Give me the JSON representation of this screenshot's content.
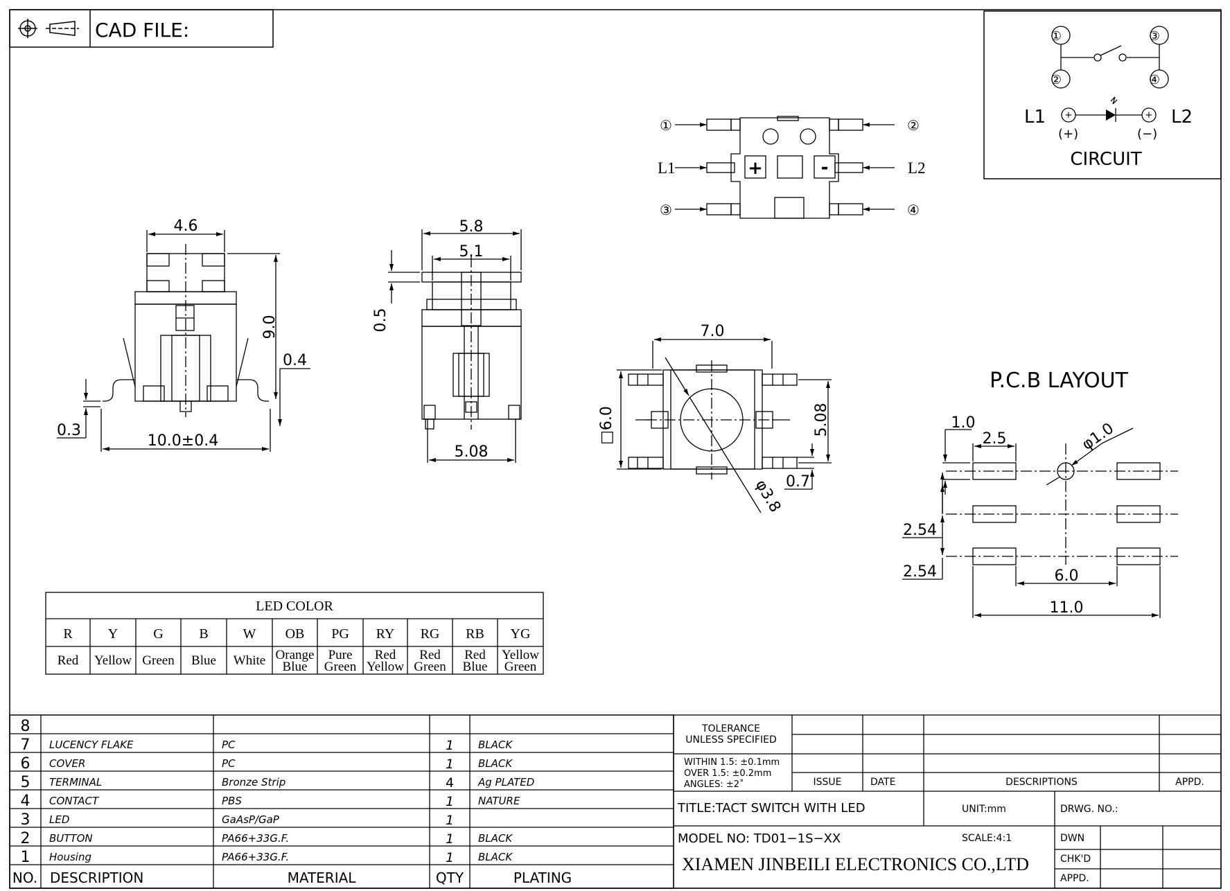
{
  "header": {
    "cad_file_label": "CAD FILE:",
    "projection_icon": "third-angle-projection-icon"
  },
  "circuit": {
    "pins": [
      "①",
      "②",
      "③",
      "④"
    ],
    "led_left": "L1",
    "led_right": "L2",
    "plus": "(+)",
    "minus": "(−)",
    "label": "CIRCUIT"
  },
  "top_view": {
    "pin_labels": [
      "①",
      "②",
      "③",
      "④"
    ],
    "led_labels": [
      "L1",
      "L2"
    ],
    "plus_sign": "+",
    "minus_sign": "-"
  },
  "dimensions": {
    "front": [
      "4.6",
      "9.0",
      "0.4",
      "0.3",
      "10.0±0.4"
    ],
    "side": [
      "5.8",
      "5.1",
      "0.5",
      "5.08"
    ],
    "bottom": [
      "7.0",
      "□6.0",
      "5.08",
      "0.7",
      "φ3.8"
    ],
    "pcb": [
      "1.0",
      "2.5",
      "φ1.0",
      "2.54",
      "2.54",
      "6.0",
      "11.0"
    ]
  },
  "pcb_layout": {
    "title": "P.C.B LAYOUT"
  },
  "led_color": {
    "title": "LED COLOR",
    "codes": [
      "R",
      "Y",
      "G",
      "B",
      "W",
      "OB",
      "PG",
      "RY",
      "RG",
      "RB",
      "YG"
    ],
    "names": [
      [
        "Red"
      ],
      [
        "Yellow"
      ],
      [
        "Green"
      ],
      [
        "Blue"
      ],
      [
        "White"
      ],
      [
        "Orange",
        "Blue"
      ],
      [
        "Pure",
        "Green"
      ],
      [
        "Red",
        "Yellow"
      ],
      [
        "Red",
        "Green"
      ],
      [
        "Red",
        "Blue"
      ],
      [
        "Yellow",
        "Green"
      ]
    ]
  },
  "bom": {
    "rows": [
      {
        "no": "8",
        "description": "",
        "material": "",
        "qty": "",
        "plating": ""
      },
      {
        "no": "7",
        "description": "LUCENCY FLAKE",
        "material": "PC",
        "qty": "1",
        "plating": "BLACK"
      },
      {
        "no": "6",
        "description": "COVER",
        "material": "PC",
        "qty": "1",
        "plating": "BLACK"
      },
      {
        "no": "5",
        "description": "TERMINAL",
        "material": "Bronze Strip",
        "qty": "4",
        "plating": "Ag PLATED"
      },
      {
        "no": "4",
        "description": "CONTACT",
        "material": "PBS",
        "qty": "1",
        "plating": "NATURE"
      },
      {
        "no": "3",
        "description": "LED",
        "material": "GaAsP/GaP",
        "qty": "1",
        "plating": ""
      },
      {
        "no": "2",
        "description": "BUTTON",
        "material": "PA66+33G.F.",
        "qty": "1",
        "plating": "BLACK"
      },
      {
        "no": "1",
        "description": "Housing",
        "material": "PA66+33G.F.",
        "qty": "1",
        "plating": "BLACK"
      }
    ],
    "headers": {
      "no": "NO.",
      "description": "DESCRIPTION",
      "material": "MATERIAL",
      "qty": "QTY",
      "plating": "PLATING"
    }
  },
  "title_block": {
    "tolerance_line1": "TOLERANCE",
    "tolerance_line2": "UNLESS SPECIFIED",
    "within": "WITHIN 1.5: ±0.1mm",
    "over": "OVER 1.5:  ±0.2mm",
    "angles": "ANGLES: ±2˚",
    "issue": "ISSUE",
    "date": "DATE",
    "descriptions": "DESCRIPTIONS",
    "appd": "APPD.",
    "title": "TITLE:TACT SWITCH WITH LED",
    "unit": "UNIT:mm",
    "drwg_no": "DRWG. NO.:",
    "model": "MODEL NO: TD01−1S−XX",
    "scale": "SCALE:4:1",
    "dwn": "DWN",
    "chkd": "CHK'D",
    "appd2": "APPD.",
    "company": "XIAMEN JINBEILI ELECTRONICS CO.,LTD"
  }
}
